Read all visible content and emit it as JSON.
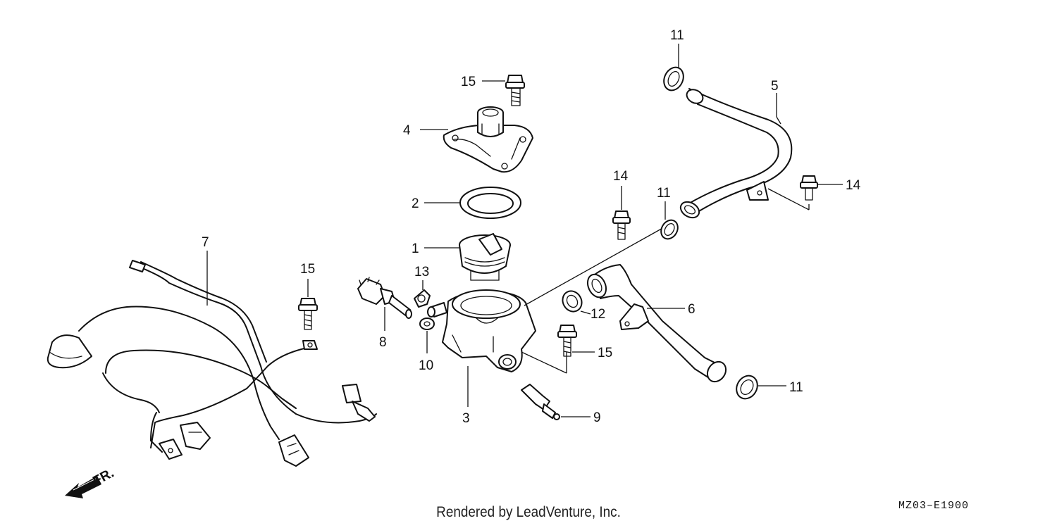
{
  "diagram": {
    "callouts": {
      "c1": "1",
      "c2": "2",
      "c3": "3",
      "c4": "4",
      "c5": "5",
      "c6": "6",
      "c7": "7",
      "c8": "8",
      "c9": "9",
      "c10": "10",
      "c11a": "11",
      "c11b": "11",
      "c11c": "11",
      "c12": "12",
      "c13": "13",
      "c14a": "14",
      "c14b": "14",
      "c15a": "15",
      "c15b": "15",
      "c15c": "15"
    },
    "direction_marker": "FR.",
    "footer_text": "Rendered by LeadVenture, Inc.",
    "diagram_code": "MZ03–E1900"
  }
}
